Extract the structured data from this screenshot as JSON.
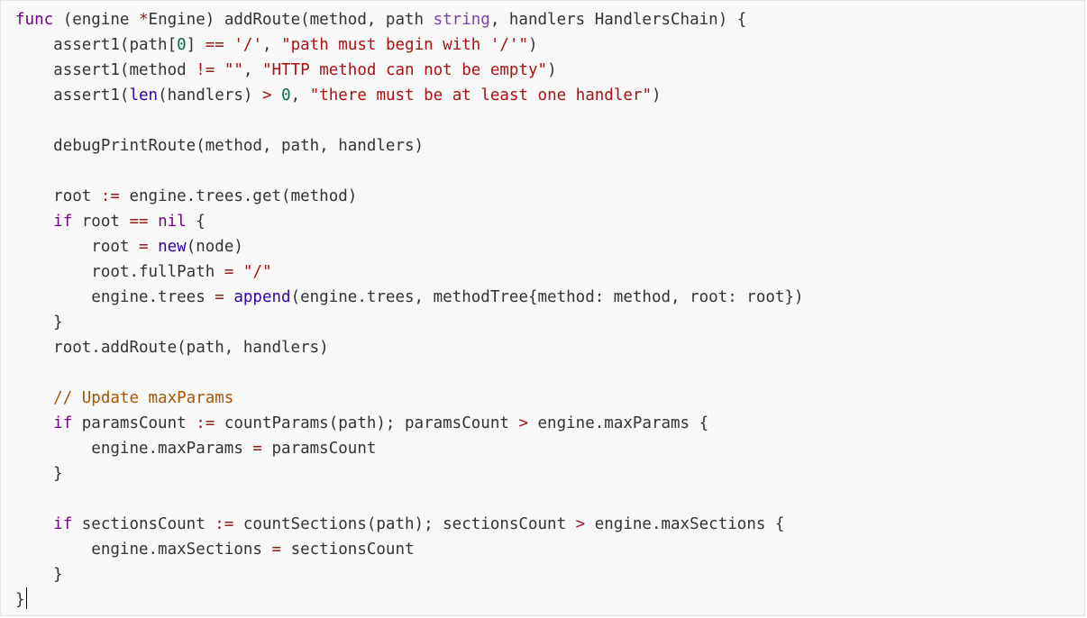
{
  "editor": {
    "colors": {
      "background": "#f8f8f8",
      "text": "#333333",
      "keyword": "#770088",
      "type": "#7f42a6",
      "string": "#aa1111",
      "number": "#116644",
      "operator": "#981a1a",
      "builtin": "#3300aa",
      "comment": "#aa5500"
    },
    "lines": [
      {
        "indent": "",
        "tokens": [
          {
            "t": "func",
            "c": "keyword"
          },
          {
            "t": " (engine ",
            "c": "plain"
          },
          {
            "t": "*",
            "c": "operator"
          },
          {
            "t": "Engine) addRoute(method, path ",
            "c": "plain"
          },
          {
            "t": "string",
            "c": "type"
          },
          {
            "t": ", handlers HandlersChain) {",
            "c": "plain"
          }
        ]
      },
      {
        "indent": "    ",
        "tokens": [
          {
            "t": "assert1(path[",
            "c": "plain"
          },
          {
            "t": "0",
            "c": "number"
          },
          {
            "t": "] ",
            "c": "plain"
          },
          {
            "t": "==",
            "c": "operator"
          },
          {
            "t": " ",
            "c": "plain"
          },
          {
            "t": "'/'",
            "c": "string"
          },
          {
            "t": ", ",
            "c": "plain"
          },
          {
            "t": "\"path must begin with '/'\"",
            "c": "string"
          },
          {
            "t": ")",
            "c": "plain"
          }
        ]
      },
      {
        "indent": "    ",
        "tokens": [
          {
            "t": "assert1(method ",
            "c": "plain"
          },
          {
            "t": "!=",
            "c": "operator"
          },
          {
            "t": " ",
            "c": "plain"
          },
          {
            "t": "\"\"",
            "c": "string"
          },
          {
            "t": ", ",
            "c": "plain"
          },
          {
            "t": "\"HTTP method can not be empty\"",
            "c": "string"
          },
          {
            "t": ")",
            "c": "plain"
          }
        ]
      },
      {
        "indent": "    ",
        "tokens": [
          {
            "t": "assert1(",
            "c": "plain"
          },
          {
            "t": "len",
            "c": "builtin"
          },
          {
            "t": "(handlers) ",
            "c": "plain"
          },
          {
            "t": ">",
            "c": "operator"
          },
          {
            "t": " ",
            "c": "plain"
          },
          {
            "t": "0",
            "c": "number"
          },
          {
            "t": ", ",
            "c": "plain"
          },
          {
            "t": "\"there must be at least one handler\"",
            "c": "string"
          },
          {
            "t": ")",
            "c": "plain"
          }
        ]
      },
      {
        "indent": "",
        "tokens": []
      },
      {
        "indent": "    ",
        "tokens": [
          {
            "t": "debugPrintRoute(method, path, handlers)",
            "c": "plain"
          }
        ]
      },
      {
        "indent": "",
        "tokens": []
      },
      {
        "indent": "    ",
        "tokens": [
          {
            "t": "root ",
            "c": "plain"
          },
          {
            "t": ":=",
            "c": "operator"
          },
          {
            "t": " engine.trees.get(method)",
            "c": "plain"
          }
        ]
      },
      {
        "indent": "    ",
        "tokens": [
          {
            "t": "if",
            "c": "keyword"
          },
          {
            "t": " root ",
            "c": "plain"
          },
          {
            "t": "==",
            "c": "operator"
          },
          {
            "t": " ",
            "c": "plain"
          },
          {
            "t": "nil",
            "c": "keyword"
          },
          {
            "t": " {",
            "c": "plain"
          }
        ]
      },
      {
        "indent": "        ",
        "tokens": [
          {
            "t": "root ",
            "c": "plain"
          },
          {
            "t": "=",
            "c": "operator"
          },
          {
            "t": " ",
            "c": "plain"
          },
          {
            "t": "new",
            "c": "builtin"
          },
          {
            "t": "(node)",
            "c": "plain"
          }
        ]
      },
      {
        "indent": "        ",
        "tokens": [
          {
            "t": "root.fullPath ",
            "c": "plain"
          },
          {
            "t": "=",
            "c": "operator"
          },
          {
            "t": " ",
            "c": "plain"
          },
          {
            "t": "\"/\"",
            "c": "string"
          }
        ]
      },
      {
        "indent": "        ",
        "tokens": [
          {
            "t": "engine.trees ",
            "c": "plain"
          },
          {
            "t": "=",
            "c": "operator"
          },
          {
            "t": " ",
            "c": "plain"
          },
          {
            "t": "append",
            "c": "builtin"
          },
          {
            "t": "(engine.trees, methodTree{method: method, root: root})",
            "c": "plain"
          }
        ]
      },
      {
        "indent": "    ",
        "tokens": [
          {
            "t": "}",
            "c": "plain"
          }
        ]
      },
      {
        "indent": "    ",
        "tokens": [
          {
            "t": "root.addRoute(path, handlers)",
            "c": "plain"
          }
        ]
      },
      {
        "indent": "",
        "tokens": []
      },
      {
        "indent": "    ",
        "tokens": [
          {
            "t": "// Update maxParams",
            "c": "comment"
          }
        ]
      },
      {
        "indent": "    ",
        "tokens": [
          {
            "t": "if",
            "c": "keyword"
          },
          {
            "t": " paramsCount ",
            "c": "plain"
          },
          {
            "t": ":=",
            "c": "operator"
          },
          {
            "t": " countParams(path); paramsCount ",
            "c": "plain"
          },
          {
            "t": ">",
            "c": "operator"
          },
          {
            "t": " engine.maxParams {",
            "c": "plain"
          }
        ]
      },
      {
        "indent": "        ",
        "tokens": [
          {
            "t": "engine.maxParams ",
            "c": "plain"
          },
          {
            "t": "=",
            "c": "operator"
          },
          {
            "t": " paramsCount",
            "c": "plain"
          }
        ]
      },
      {
        "indent": "    ",
        "tokens": [
          {
            "t": "}",
            "c": "plain"
          }
        ]
      },
      {
        "indent": "",
        "tokens": []
      },
      {
        "indent": "    ",
        "tokens": [
          {
            "t": "if",
            "c": "keyword"
          },
          {
            "t": " sectionsCount ",
            "c": "plain"
          },
          {
            "t": ":=",
            "c": "operator"
          },
          {
            "t": " countSections(path); sectionsCount ",
            "c": "plain"
          },
          {
            "t": ">",
            "c": "operator"
          },
          {
            "t": " engine.maxSections {",
            "c": "plain"
          }
        ]
      },
      {
        "indent": "        ",
        "tokens": [
          {
            "t": "engine.maxSections ",
            "c": "plain"
          },
          {
            "t": "=",
            "c": "operator"
          },
          {
            "t": " sectionsCount",
            "c": "plain"
          }
        ]
      },
      {
        "indent": "    ",
        "tokens": [
          {
            "t": "}",
            "c": "plain"
          }
        ]
      },
      {
        "indent": "",
        "tokens": [
          {
            "t": "}",
            "c": "plain"
          }
        ],
        "caret": true
      }
    ]
  }
}
